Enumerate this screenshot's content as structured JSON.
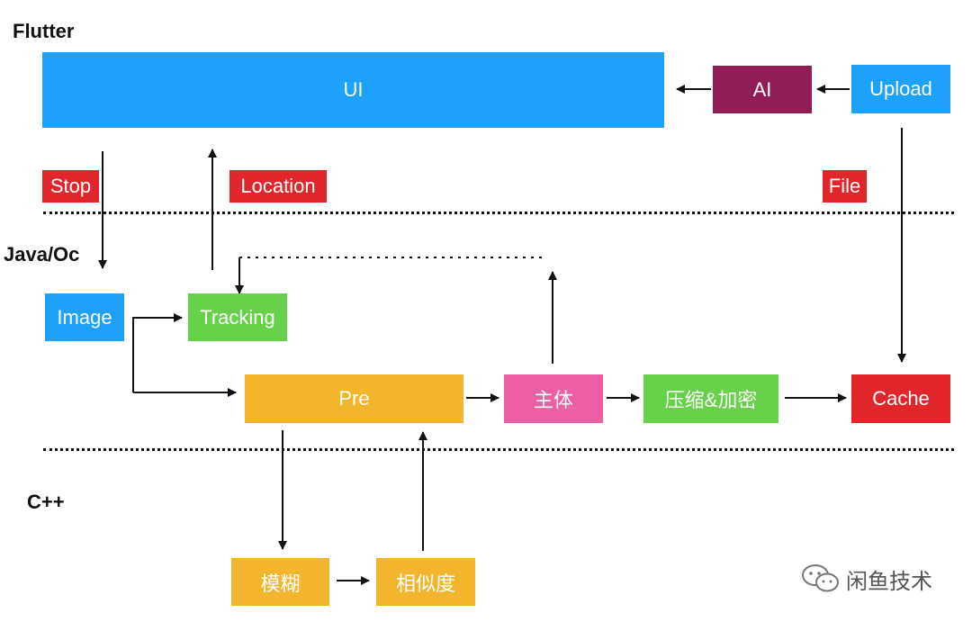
{
  "layers": {
    "flutter": "Flutter",
    "java_oc": "Java/Oc",
    "cpp": "C++"
  },
  "boxes": {
    "ui": "UI",
    "ai": "AI",
    "upload": "Upload",
    "image": "Image",
    "tracking": "Tracking",
    "pre": "Pre",
    "subject": "主体",
    "compress_encrypt": "压缩&加密",
    "cache": "Cache",
    "blur": "模糊",
    "similarity": "相似度"
  },
  "tags": {
    "stop": "Stop",
    "location": "Location",
    "file": "File"
  },
  "watermark": {
    "text": "闲鱼技术",
    "icon": "wechat-icon"
  },
  "colors": {
    "blue": "#1ea1fb",
    "maroon": "#911d56",
    "green": "#66d24a",
    "yellow": "#f4b52e",
    "pink": "#ec5fa4",
    "red": "#e0262b",
    "line": "#111111"
  }
}
